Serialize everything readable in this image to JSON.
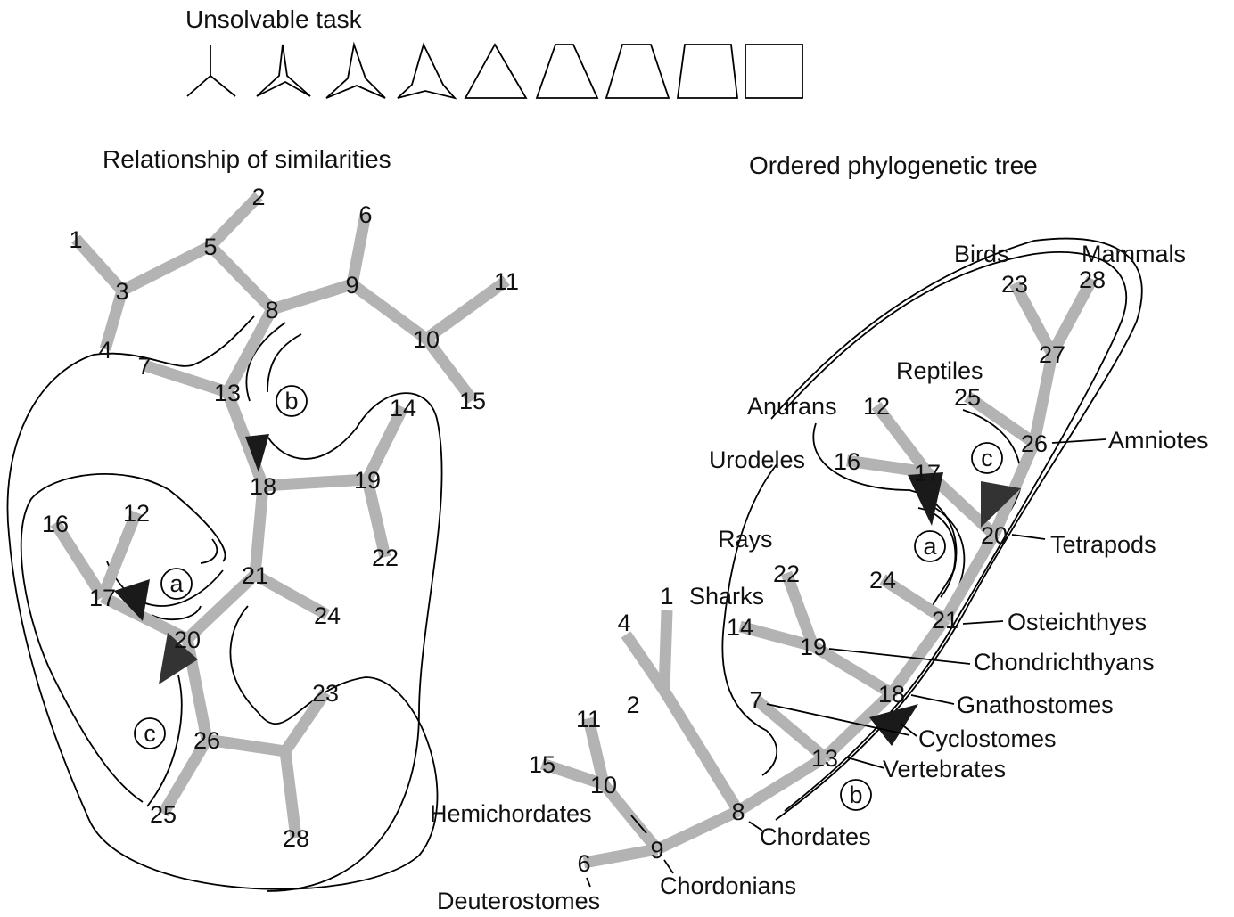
{
  "header": {
    "title": "Unsolvable task"
  },
  "left": {
    "title": "Relationship of similarities",
    "nodes": [
      "1",
      "2",
      "3",
      "4",
      "5",
      "6",
      "7",
      "8",
      "9",
      "10",
      "11",
      "12",
      "13",
      "14",
      "15",
      "16",
      "17",
      "18",
      "19",
      "20",
      "21",
      "22",
      "23",
      "24",
      "25",
      "26",
      "28"
    ],
    "circles": [
      "a",
      "b",
      "c"
    ]
  },
  "right": {
    "title": "Ordered phylogenetic tree",
    "nodes": [
      "6",
      "9",
      "10",
      "15",
      "11",
      "8",
      "2",
      "4",
      "1",
      "13",
      "7",
      "18",
      "19",
      "14",
      "22",
      "21",
      "24",
      "20",
      "17",
      "16",
      "12",
      "26",
      "25",
      "27",
      "23",
      "28"
    ],
    "circles": [
      "a",
      "b",
      "c"
    ],
    "groups": [
      "Chordates",
      "Chordonians",
      "Deuterostomes",
      "Hemichordates",
      "Vertebrates",
      "Cyclostomes",
      "Gnathostomes",
      "Chondrichthyans",
      "Osteichthyes",
      "Tetrapods",
      "Amniotes",
      "Sharks",
      "Rays",
      "Urodeles",
      "Anurans",
      "Reptiles",
      "Birds",
      "Mammals"
    ]
  },
  "colors": {
    "edge": "#b3b3b3",
    "arrow": "#1a1a1a"
  }
}
